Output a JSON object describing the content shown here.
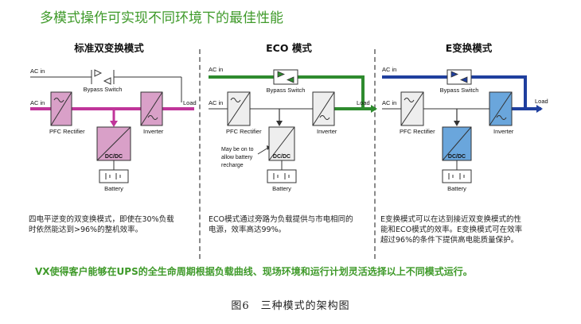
{
  "title": "多模式操作可实现不同环境下的最佳性能",
  "panels": [
    {
      "title": "标准双变换模式",
      "labels": {
        "ac_in_bypass": "AC in",
        "ac_in_main": "AC in",
        "bypass_switch": "Bypass Switch",
        "load": "Load",
        "rectifier": "PFC Rectifier",
        "inverter": "Inverter",
        "dcdc": "DC/DC",
        "battery": "Battery"
      },
      "description": [
        "四电平逆变的双变换模式，即使在30%负载",
        "时依然能达到>96%的整机效率。"
      ]
    },
    {
      "title": "ECO 模式",
      "labels": {
        "ac_in_bypass": "AC in",
        "ac_in_main": "AC in",
        "bypass_switch": "Bypass Switch",
        "load": "Load",
        "rectifier": "PFC Rectifier",
        "inverter": "Inverter",
        "dcdc": "DC/DC",
        "battery": "Battery"
      },
      "note": [
        "May be on to",
        "allow battery",
        "recharge"
      ],
      "description": [
        "ECO模式通过旁路为负载提供与市电相同的",
        "电源，效率高达99%。"
      ]
    },
    {
      "title": "E变换模式",
      "labels": {
        "ac_in_bypass": "AC in",
        "ac_in_main": "AC in",
        "bypass_switch": "Bypass Switch",
        "load": "Load",
        "rectifier": "PFC Rectifier",
        "inverter": "Inverter",
        "dcdc": "DC/DC",
        "battery": "Battery"
      },
      "description": [
        "E变换模式可以在达到接近双变换模式的性",
        "能和ECO模式的效率。E变换模式可在效率",
        "超过96%的条件下提供高电能质量保护。"
      ]
    }
  ],
  "footer": "VX使得客户能够在UPS的全生命周期根据负载曲线、现场环境和运行计划灵活选择以上不同模式运行。",
  "caption": "图6　三种模式的架构图",
  "colors": {
    "title_green": "#3f9a2a",
    "magenta_path": "#c0359a",
    "magenta_fill": "#d9a0c8",
    "eco_green": "#2e8b2e",
    "blue_path": "#1f3f9e",
    "blue_fill": "#6aa6dc",
    "box_fill": "#eeeeee"
  }
}
